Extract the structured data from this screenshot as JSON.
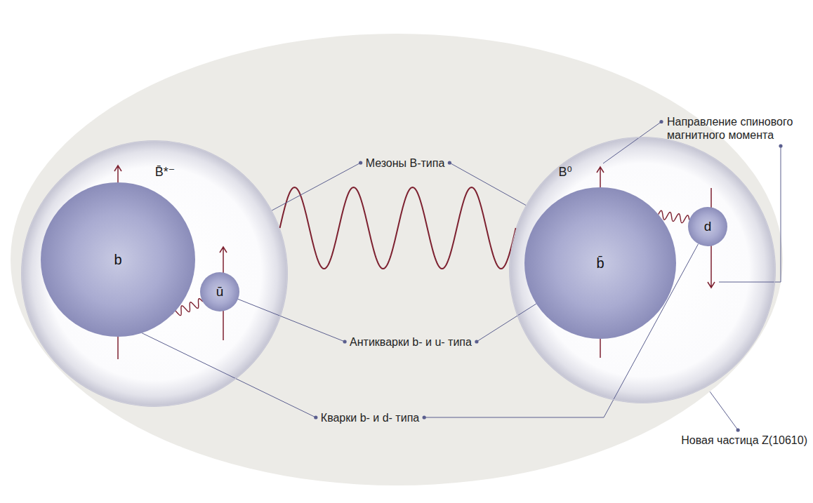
{
  "diagram": {
    "nodes": [
      {
        "text": [
          "B̄*⁻"
        ]
      },
      {
        "text": [
          "b"
        ],
        "in": 0
      },
      {
        "text": [
          "ū"
        ],
        "in": 0
      },
      {
        "text": [
          "B⁰"
        ]
      },
      {
        "text": [
          "b̄"
        ],
        "in": 3
      },
      {
        "text": [
          "d"
        ],
        "in": 3
      }
    ],
    "edges": [
      {
        "from": 0,
        "to": 3,
        "arrow": "none"
      },
      {
        "from": 1,
        "to": 2,
        "arrow": "none"
      },
      {
        "from": 4,
        "to": 5,
        "arrow": "none"
      }
    ],
    "labels": [
      "Мезоны B-типа",
      "Направление спинового магнитного момента",
      "Антикварки b- и u- типа",
      "Кварки b- и d- типа",
      "Новая частица Z(10610)"
    ]
  }
}
